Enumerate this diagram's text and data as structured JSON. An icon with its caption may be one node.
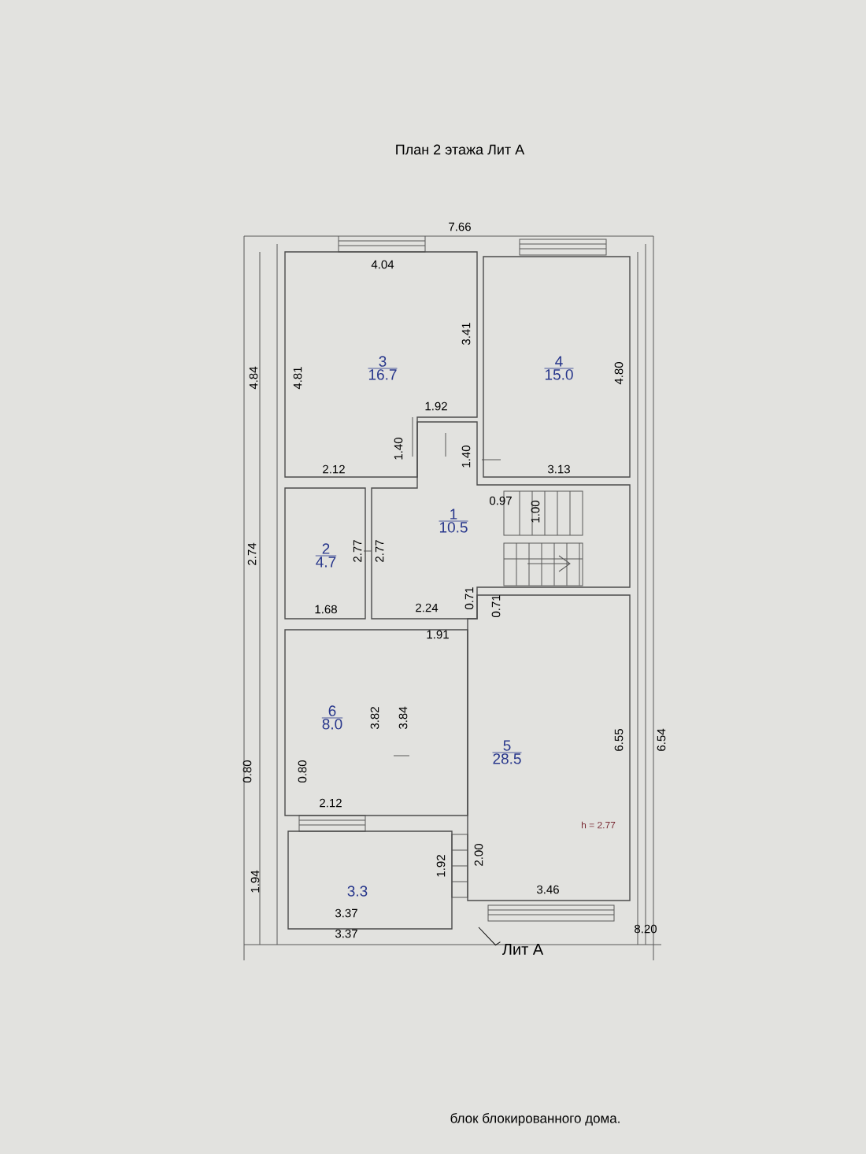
{
  "diagram": {
    "title": "План 2 этажа Лит А",
    "nodes": [
      {
        "text": [
          "3",
          "16.7"
        ]
      },
      {
        "text": [
          "4",
          "15.0"
        ]
      },
      {
        "text": [
          "2",
          "4.7"
        ]
      },
      {
        "text": [
          "1",
          "10.5"
        ]
      },
      {
        "text": [
          "6",
          "8.0"
        ]
      },
      {
        "text": [
          "5",
          "28.5"
        ]
      },
      {
        "text": [
          "3.3"
        ]
      },
      {
        "text": [
          "Лит А"
        ]
      }
    ],
    "edges": [
      {
        "from": null,
        "to": 7,
        "arrow": "none"
      }
    ],
    "labels": [
      "7.66",
      "4.04",
      "4.84",
      "4.81",
      "3.41",
      "4.80",
      "1.92",
      "1.40",
      "1.40",
      "2.12",
      "3.13",
      "0.97",
      "1.00",
      "2.74",
      "2.77",
      "2.77",
      "1.68",
      "2.24",
      "0.71",
      "0.71",
      "1.91",
      "3.82",
      "3.84",
      "6.55",
      "6.54",
      "0.80",
      "0.80",
      "2.12",
      "h = 2.77",
      "2.00",
      "1.92",
      "1.94",
      "3.46",
      "3.37",
      "3.37",
      "8.20",
      "блок блокированного дома."
    ]
  }
}
